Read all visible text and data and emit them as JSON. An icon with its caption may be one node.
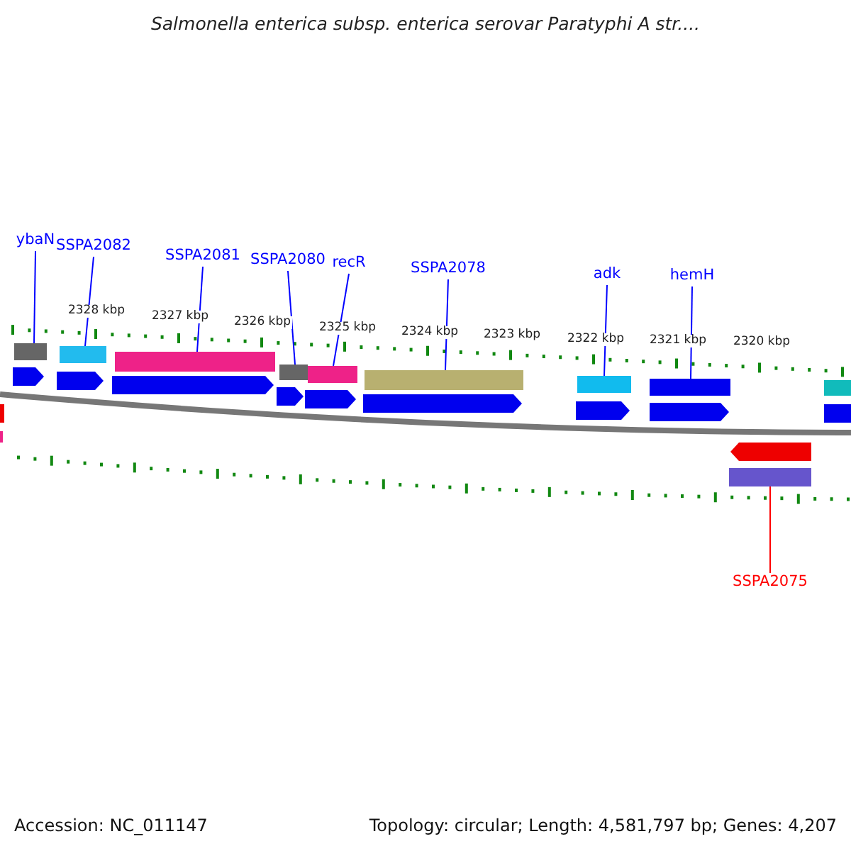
{
  "diagram": {
    "title": "Salmonella enterica subsp. enterica serovar Paratyphi A str....",
    "nodes": [
      {
        "text": [
          "ybaN"
        ]
      },
      {
        "text": [
          "SSPA2082"
        ]
      },
      {
        "text": [
          "SSPA2081"
        ]
      },
      {
        "text": [
          "SSPA2080"
        ]
      },
      {
        "text": [
          "recR"
        ]
      },
      {
        "text": [
          "SSPA2078"
        ]
      },
      {
        "text": [
          "adk"
        ]
      },
      {
        "text": [
          "hemH"
        ]
      },
      {
        "text": [
          "SSPA2075"
        ]
      },
      {
        "text": [],
        "shape": "bar"
      },
      {
        "text": [],
        "shape": "bar"
      },
      {
        "text": [],
        "shape": "bar"
      },
      {
        "text": [],
        "shape": "bar"
      },
      {
        "text": [],
        "shape": "bar"
      },
      {
        "text": [],
        "shape": "bar"
      },
      {
        "text": [],
        "shape": "bar"
      },
      {
        "text": [],
        "shape": "bar"
      },
      {
        "text": [],
        "shape": "bar"
      },
      {
        "text": [],
        "shape": "bar"
      },
      {
        "text": [],
        "shape": "arrow"
      },
      {
        "text": [],
        "shape": "arrow"
      },
      {
        "text": [],
        "shape": "arrow"
      },
      {
        "text": [],
        "shape": "arrow"
      },
      {
        "text": [],
        "shape": "arrow"
      },
      {
        "text": [],
        "shape": "arrow"
      },
      {
        "text": [],
        "shape": "arrow"
      },
      {
        "text": [],
        "shape": "arrow"
      },
      {
        "text": [],
        "shape": "arrow"
      },
      {
        "text": [],
        "shape": "arrow"
      },
      {
        "text": [],
        "shape": "arrow"
      },
      {
        "text": [],
        "shape": "bar"
      }
    ],
    "edges": [
      {
        "from": 0,
        "to": 9,
        "arrow": "none"
      },
      {
        "from": 1,
        "to": 10,
        "arrow": "none"
      },
      {
        "from": 2,
        "to": 11,
        "arrow": "none"
      },
      {
        "from": 3,
        "to": 12,
        "arrow": "none"
      },
      {
        "from": 4,
        "to": 13,
        "arrow": "none"
      },
      {
        "from": 5,
        "to": 14,
        "arrow": "none"
      },
      {
        "from": 6,
        "to": 15,
        "arrow": "none"
      },
      {
        "from": 7,
        "to": 16,
        "arrow": "none"
      },
      {
        "from": 8,
        "to": 18,
        "arrow": "none",
        "color": "#ff0000"
      }
    ],
    "labels": [
      "2328 kbp",
      "2327 kbp",
      "2326 kbp",
      "2325 kbp",
      "2324 kbp",
      "2323 kbp",
      "2322 kbp",
      "2321 kbp",
      "2320 kbp",
      "Accession: NC_011147",
      "Topology: circular; Length: 4,581,797 bp; Genes: 4,207"
    ]
  }
}
